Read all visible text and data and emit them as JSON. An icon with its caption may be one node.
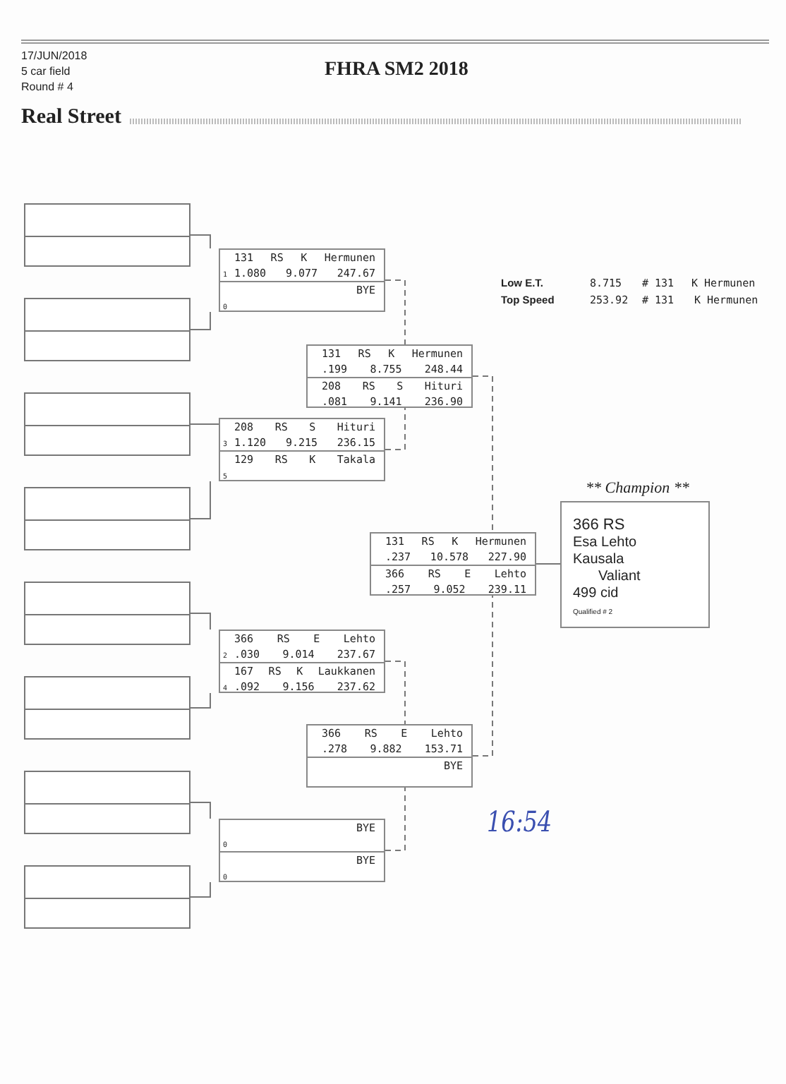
{
  "diagram": {
    "title": "FHRA SM2 2018",
    "nodes": [
      {
        "text": [],
        "shape": "box"
      },
      {
        "text": [],
        "shape": "box"
      },
      {
        "text": [],
        "shape": "box"
      },
      {
        "text": [],
        "shape": "box"
      },
      {
        "text": [],
        "shape": "box"
      },
      {
        "text": [],
        "shape": "box"
      },
      {
        "text": [],
        "shape": "box"
      },
      {
        "text": [],
        "shape": "box"
      },
      {
        "text": [
          "131 RS K Hermunen",
          "1",
          "1.080 9.077 247.67",
          "BYE",
          "0"
        ]
      },
      {
        "text": [
          "208 RS S Hituri",
          "3",
          "1.120 9.215 236.15",
          "129 RS K Takala",
          "5"
        ]
      },
      {
        "text": [
          "366 RS E Lehto",
          "2",
          ".030 9.014 237.67",
          "167 RS K Laukkanen",
          "4",
          ".092 9.156 237.62"
        ]
      },
      {
        "text": [
          "BYE",
          "0",
          "BYE",
          "0"
        ]
      },
      {
        "text": [
          "131 RS K Hermunen",
          ".199 8.755 248.44",
          "208 RS S Hituri",
          ".081 9.141 236.90"
        ]
      },
      {
        "text": [
          "366 RS E Lehto",
          ".278 9.882 153.71",
          "BYE"
        ]
      },
      {
        "text": [
          "131 RS K Hermunen",
          ".237 10.578 227.90",
          "366 RS E Lehto",
          ".257 9.052 239.11"
        ]
      },
      {
        "text": [
          "** Champion **",
          "366 RS",
          "Esa Lehto",
          "Kausala",
          "Valiant",
          "499 cid",
          "Qualified # 2"
        ]
      }
    ],
    "edges": [
      {
        "from": 0,
        "to": 8,
        "arrow": "none"
      },
      {
        "from": 1,
        "to": 8,
        "arrow": "none"
      },
      {
        "from": 2,
        "to": 9,
        "arrow": "none"
      },
      {
        "from": 3,
        "to": 9,
        "arrow": "none"
      },
      {
        "from": 4,
        "to": 10,
        "arrow": "none"
      },
      {
        "from": 5,
        "to": 10,
        "arrow": "none"
      },
      {
        "from": 6,
        "to": 11,
        "arrow": "none"
      },
      {
        "from": 7,
        "to": 11,
        "arrow": "none"
      },
      {
        "from": 8,
        "to": 12,
        "arrow": "none",
        "style": "dashed"
      },
      {
        "from": 9,
        "to": 12,
        "arrow": "none",
        "style": "dashed"
      },
      {
        "from": 10,
        "to": 13,
        "arrow": "none",
        "style": "dashed"
      },
      {
        "from": 11,
        "to": 13,
        "arrow": "none",
        "style": "dashed"
      },
      {
        "from": 12,
        "to": 14,
        "arrow": "none",
        "style": "dashed"
      },
      {
        "from": 13,
        "to": 14,
        "arrow": "none",
        "style": "dashed"
      },
      {
        "from": 14,
        "to": 15,
        "arrow": "none"
      }
    ],
    "labels": [
      "17/JUN/2018",
      "5 car field",
      "Round # 4",
      "Real Street",
      "Low E.T.",
      "8.715",
      "# 131",
      "K Hermunen",
      "Top Speed",
      "253.92",
      "# 131",
      "K Hermunen",
      "16:54"
    ]
  }
}
